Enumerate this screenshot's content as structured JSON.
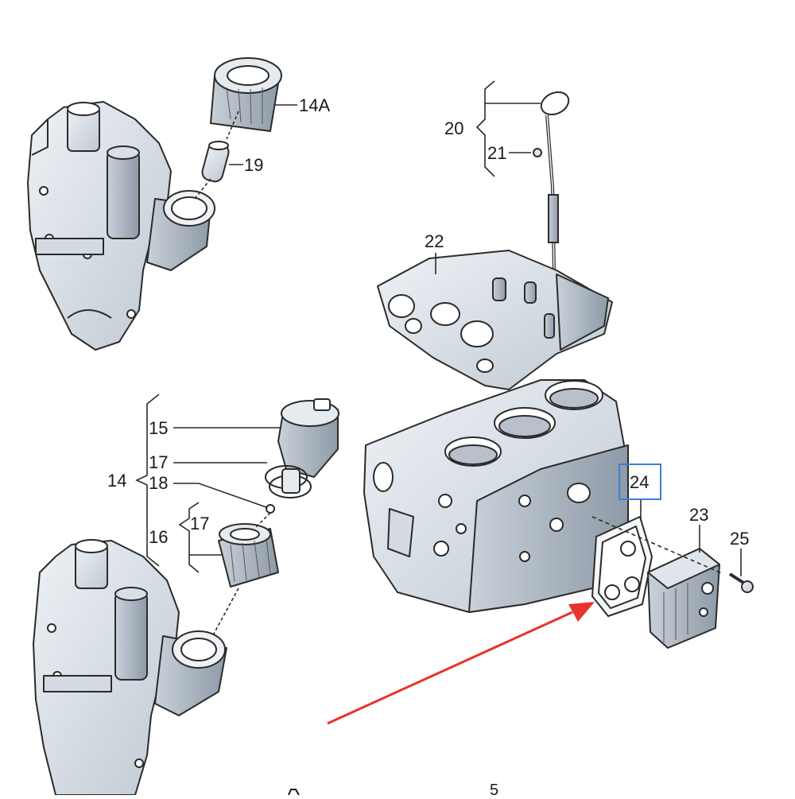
{
  "diagram": {
    "callouts": {
      "c14A": "14A",
      "c19": "19",
      "c20": "20",
      "c21": "21",
      "c22": "22",
      "c15": "15",
      "c17a": "17",
      "c14": "14",
      "c18": "18",
      "c17b": "17",
      "c16": "16",
      "c24": "24",
      "c23": "23",
      "c25": "25",
      "c5": "5"
    },
    "highlighted_part": "24",
    "colors": {
      "part_fill": "#e3e8ee",
      "part_shade": "#c3cbd4",
      "part_dark": "#9aa5b1",
      "outline": "#2b2b2b",
      "highlight_box": "#3a7fd5",
      "arrow": "#e8332a"
    }
  }
}
